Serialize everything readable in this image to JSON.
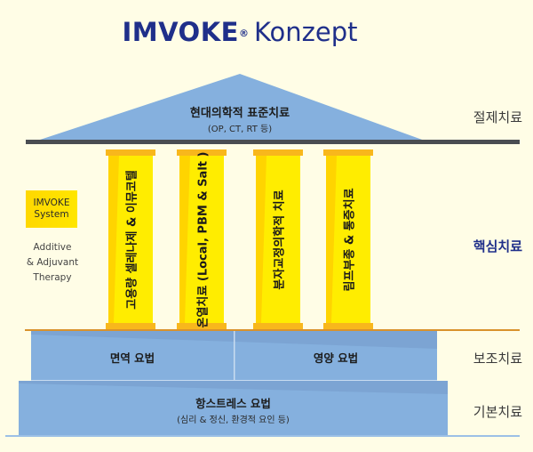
{
  "header": {
    "brand": "IMVOKE",
    "registered_mark": "®",
    "subtitle": "Konzept"
  },
  "roof": {
    "label": "현대의학적 표준치료",
    "sublabel": "(OP, CT, RT 등)"
  },
  "pillars": [
    {
      "label": "고용량 셀레나제 & 이뮤코텔"
    },
    {
      "label": "온열치료 (Local, PBM & Salt )"
    },
    {
      "label": "분자교정의학적 치료"
    },
    {
      "label": "림프부종 & 통증치료"
    }
  ],
  "left_panel": {
    "system_box": [
      "IMVOKE",
      "System"
    ],
    "description": [
      "Additive",
      "& Adjuvant",
      "Therapy"
    ]
  },
  "upper_step": {
    "left": "면역 요법",
    "right": "영양 요법"
  },
  "lower_step": {
    "label": "항스트레스 요법",
    "sublabel": "(심리 & 정신, 환경적 요인 등)"
  },
  "side_labels": {
    "roof": "절제치료",
    "core": "핵심치료",
    "supplementary": "보조치료",
    "basic": "기본치료"
  },
  "colors": {
    "background": "#fffde6",
    "brand_blue": "#1f2f8a",
    "roof_blue": "#85b0de",
    "step_blue": "#85b0de",
    "beam_dark": "#4a4d52",
    "pillar_yellow": "#ffed00",
    "pillar_shade": "#ffd400",
    "pillar_cap": "#f8b71c",
    "floor_line": "#d9922c"
  }
}
